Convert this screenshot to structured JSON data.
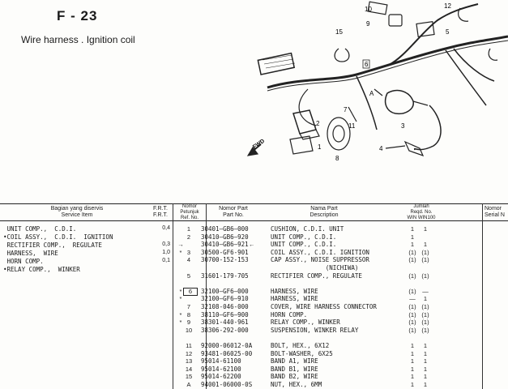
{
  "page": {
    "code": "F - 23",
    "subtitle": "Wire harness . Ignition coil"
  },
  "diagram": {
    "fwd_label": "FWD",
    "callouts": [
      "10",
      "12",
      "9",
      "5",
      "15",
      "6",
      "A",
      "7",
      "11",
      "2",
      "3",
      "1",
      "8",
      "4"
    ]
  },
  "header": {
    "service_item_id": "Bagian yang diservis",
    "service_item_en": "Service Item",
    "frt_1": "F.R.T.",
    "frt_2": "F.R.T.",
    "ref_1": "Nomor",
    "ref_2": "Petunjuk",
    "ref_3": "Ref. No.",
    "partno_id": "Nomor Part",
    "partno_en": "Part No.",
    "desc_id": "Nama Part",
    "desc_en": "Description",
    "qty_1": "Jumlah",
    "qty_2": "Reqd. No.",
    "qty_3": "WIN WIN100",
    "serial_1": "Nomor",
    "serial_2": "Serial N"
  },
  "service_items": [
    {
      "name": " UNIT COMP.,  C.D.I.",
      "frt": "0,4"
    },
    {
      "name": "•COIL ASSY.,  C.D.I.  IGNITION",
      "frt": ""
    },
    {
      "name": " RECTIFIER COMP.,  REGULATE",
      "frt": "0,3"
    },
    {
      "name": " HARNESS,  WIRE",
      "frt": "1,0"
    },
    {
      "name": " HORN COMP.",
      "frt": "0,1"
    },
    {
      "name": "•RELAY COMP.,  WINKER",
      "frt": ""
    }
  ],
  "parts": [
    {
      "mark": "",
      "ref": "1",
      "part": "30401—GB6—000",
      "arrow": "",
      "desc": "CUSHION, C.D.I. UNIT",
      "q1": "1",
      "q2": "1",
      "boxed": false
    },
    {
      "mark": "",
      "ref": "2",
      "part": "30410—GB6—920",
      "arrow": "",
      "desc": "UNIT COMP., C.D.I.",
      "q1": "1",
      "q2": "",
      "boxed": false
    },
    {
      "mark": "→",
      "ref": "",
      "part": "30410—GB6—921",
      "arrow": "←",
      "desc": "UNIT COMP., C.D.I.",
      "q1": "1",
      "q2": "1",
      "boxed": false
    },
    {
      "mark": "*",
      "ref": "3",
      "part": "30500-GF6-901",
      "arrow": "",
      "desc": "COIL ASSY., C.D.I. IGNITION",
      "q1": "(1)",
      "q2": "(1)",
      "boxed": false
    },
    {
      "mark": "",
      "ref": "4",
      "part": "30700-152-153",
      "arrow": "",
      "desc": "CAP ASSY., NOISE SUPPRESSOR",
      "q1": "(1)",
      "q2": "(1)",
      "boxed": false
    },
    {
      "mark": "",
      "ref": "",
      "part": "",
      "arrow": "",
      "desc": "               (NICHIWA)",
      "q1": "",
      "q2": "",
      "boxed": false
    },
    {
      "mark": "",
      "ref": "5",
      "part": "31601-179-705",
      "arrow": "",
      "desc": "RECTIFIER COMP., REGULATE",
      "q1": "(1)",
      "q2": "(1)",
      "boxed": false
    },
    {
      "mark": "",
      "ref": "",
      "part": "",
      "arrow": "",
      "desc": "",
      "q1": "",
      "q2": "",
      "boxed": false
    },
    {
      "mark": "*",
      "ref": "6",
      "part": "32100—GF6—000",
      "arrow": "",
      "desc": "HARNESS, WIRE",
      "q1": "(1)",
      "q2": "—",
      "boxed": true
    },
    {
      "mark": "*",
      "ref": "",
      "part": "32100—GF6—910",
      "arrow": "",
      "desc": "HARNESS, WIRE",
      "q1": "—",
      "q2": "1",
      "boxed": false
    },
    {
      "mark": "",
      "ref": "7",
      "part": "32108-046-000",
      "arrow": "",
      "desc": "COVER, WIRE HARNESS CONNECTOR",
      "q1": "(1)",
      "q2": "(1)",
      "boxed": false
    },
    {
      "mark": "*",
      "ref": "8",
      "part": "38110—GF6—900",
      "arrow": "",
      "desc": "HORN COMP.",
      "q1": "(1)",
      "q2": "(1)",
      "boxed": false
    },
    {
      "mark": "*",
      "ref": "9",
      "part": "38301-440-961",
      "arrow": "",
      "desc": "RELAY COMP., WINKER",
      "q1": "(1)",
      "q2": "(1)",
      "boxed": false
    },
    {
      "mark": "",
      "ref": "10",
      "part": "38306-292-000",
      "arrow": "",
      "desc": "SUSPENSION, WINKER RELAY",
      "q1": "(1)",
      "q2": "(1)",
      "boxed": false
    },
    {
      "mark": "",
      "ref": "",
      "part": "",
      "arrow": "",
      "desc": "",
      "q1": "",
      "q2": "",
      "boxed": false
    },
    {
      "mark": "",
      "ref": "11",
      "part": "92000-06012-0A",
      "arrow": "",
      "desc": "BOLT, HEX., 6X12",
      "q1": "1",
      "q2": "1",
      "boxed": false
    },
    {
      "mark": "",
      "ref": "12",
      "part": "93481-06025-00",
      "arrow": "",
      "desc": "BOLT-WASHER, 6X25",
      "q1": "1",
      "q2": "1",
      "boxed": false
    },
    {
      "mark": "",
      "ref": "13",
      "part": "95014-61100",
      "arrow": "",
      "desc": "BAND A1, WIRE",
      "q1": "1",
      "q2": "1",
      "boxed": false
    },
    {
      "mark": "",
      "ref": "14",
      "part": "95014-62100",
      "arrow": "",
      "desc": "BAND B1, WIRE",
      "q1": "1",
      "q2": "1",
      "boxed": false
    },
    {
      "mark": "",
      "ref": "15",
      "part": "95014-62200",
      "arrow": "",
      "desc": "BAND B2, WIRE",
      "q1": "1",
      "q2": "1",
      "boxed": false
    },
    {
      "mark": "",
      "ref": "A",
      "part": "94001-06000-0S",
      "arrow": "",
      "desc": "NUT, HEX., 6MM",
      "q1": "1",
      "q2": "1",
      "boxed": false
    }
  ]
}
